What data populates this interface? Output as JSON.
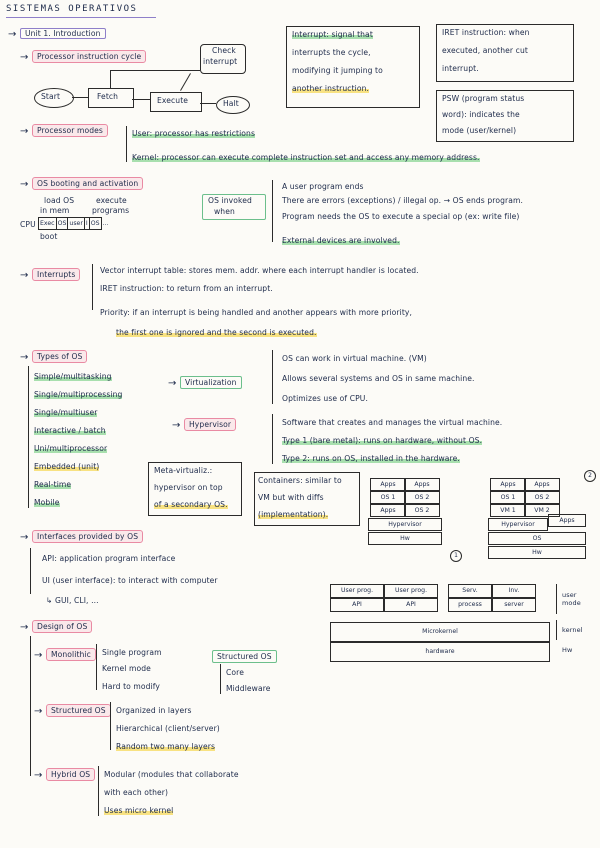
{
  "title": "SISTEMAS OPERATIVOS",
  "unit": "Unit 1. Introduction",
  "pic": {
    "label": "Processor instruction cycle",
    "start": "Start",
    "fetch": "Fetch",
    "execute": "Execute",
    "halt": "Halt",
    "check": "Check interrupt"
  },
  "notes": {
    "interrupt": [
      "Interrupt: signal that",
      "interrupts the cycle,",
      "modifying it jumping to",
      "another instruction."
    ],
    "iret": [
      "IRET instruction: when",
      "executed, another cut",
      "interrupt."
    ],
    "psw": [
      "PSW (program status",
      "word): indicates the",
      "mode (user/kernel)"
    ]
  },
  "pm": {
    "label": "Processor modes",
    "user": "User: processor has restrictions",
    "kernel": "Kernel: processor can execute complete instruction set and access any memory address."
  },
  "os_boot": {
    "label": "OS booting and activation",
    "load_os": "load OS",
    "in_mem": "in mem",
    "execute": "execute",
    "programs": "programs",
    "os_invoked": "OS invoked",
    "when": "when",
    "cpu": "CPU",
    "cells": [
      "Exec",
      "OS",
      "user",
      "I",
      "OS",
      "..."
    ],
    "boot": "boot",
    "items": [
      "A user program ends",
      "There are errors (exceptions) / illegal op. → OS ends program.",
      "Program needs the OS to execute a special op (ex: write file)",
      "External devices are involved."
    ]
  },
  "intr": {
    "label": "Interrupts",
    "lines": [
      "Vector interrupt table: stores mem. addr. where each interrupt handler is located.",
      "IRET instruction: to return from an interrupt.",
      "Priority: if an interrupt is being handled and another appears with more priority,",
      "the first one is ignored and the second is executed."
    ]
  },
  "types": {
    "label": "Types of OS",
    "items": [
      "Simple/multitasking",
      "Single/multiprocessing",
      "Single/multiuser",
      "Interactive / batch",
      "Uni/multiprocessor",
      "Embedded (unit)",
      "Real-time",
      "Mobile"
    ],
    "virtualization": "Virtualization",
    "virt_lines": [
      "OS can work in virtual machine. (VM)",
      "Allows several systems and OS in same machine.",
      "Optimizes use of CPU."
    ],
    "hypervisor": "Hypervisor",
    "hyp_lines": [
      "Software that creates and manages the virtual machine.",
      "Type 1 (bare metal): runs on hardware, without OS.",
      "Type 2: runs on OS, installed in the hardware."
    ],
    "metavirt": [
      "Meta-virtualiz.:",
      "hypervisor on top",
      "of a secondary OS."
    ],
    "containers": [
      "Containers: similar to",
      "VM but with diffs",
      "(implementation)."
    ],
    "d1": {
      "apps": [
        "Apps",
        "Apps"
      ],
      "os": [
        "OS 1",
        "OS 2"
      ],
      "apps2": [
        "Apps",
        "OS 2"
      ],
      "hyp": "Hypervisor",
      "hw": "Hw",
      "num": "1"
    },
    "d2": {
      "apps": [
        "Apps",
        "Apps"
      ],
      "os": [
        "OS 1",
        "OS 2"
      ],
      "vm": [
        "VM 1",
        "VM 2"
      ],
      "hyp": "Hypervisor",
      "apps2": "Apps",
      "os2": "OS",
      "hw": "Hw",
      "num": "2"
    }
  },
  "iface": {
    "label": "Interfaces provided by OS",
    "api": "API: application program interface",
    "ui": "UI (user interface): to interact with computer",
    "ui2": "↳ GUI, CLI, ..."
  },
  "layers": {
    "user_prog": "User prog.",
    "user_prog2": "User prog.",
    "api1": "API",
    "api2": "API",
    "serv": "Serv.",
    "inv": "Inv.",
    "process": "process",
    "server": "server",
    "user_mode": "user mode",
    "microkernel": "Microkernel",
    "kernel": "kernel",
    "hardware": "hardware",
    "hw": "Hw"
  },
  "design": {
    "label": "Design of OS",
    "monolithic": "Monolithic",
    "mono_items": [
      "Single program",
      "Kernel mode",
      "Hard to modify"
    ],
    "structured": "Structured OS",
    "struct_items": [
      "Core",
      "Middleware"
    ],
    "layered": "Structured OS",
    "layered_items": [
      "Organized in layers",
      "Hierarchical (client/server)",
      "Random two many layers"
    ],
    "hybrid": "Hybrid OS",
    "hybrid_items": [
      "Modular (modules that collaborate",
      "with each other)",
      "Uses micro kernel"
    ]
  }
}
